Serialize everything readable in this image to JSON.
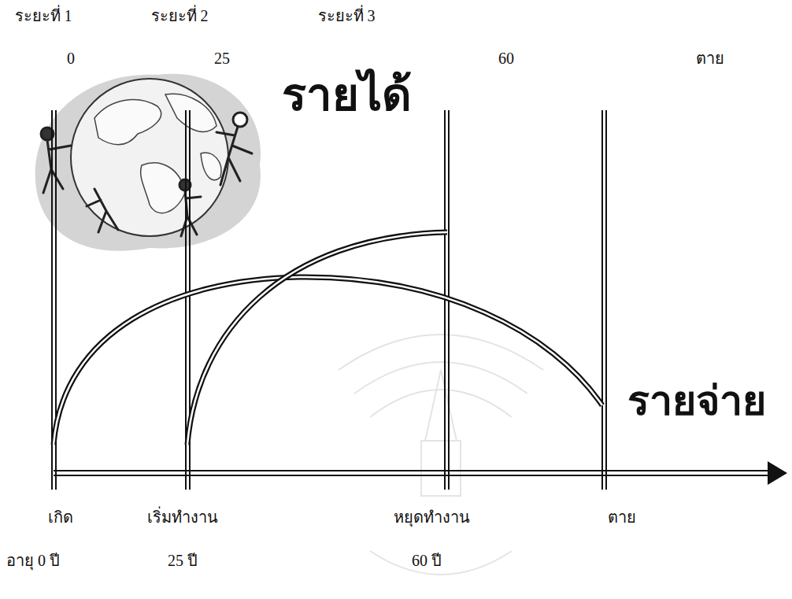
{
  "diagram": {
    "labels": [
      "ระยะที่ 1",
      "ระยะที่ 2",
      "ระยะที่ 3",
      "0",
      "25",
      "60",
      "ตาย",
      "รายได้",
      "รายจ่าย",
      "เกิด",
      "เริ่มทำงาน",
      "หยุดทำงาน",
      "ตาย",
      "อายุ 0 ปี",
      "25 ปี",
      "60 ปี"
    ]
  }
}
